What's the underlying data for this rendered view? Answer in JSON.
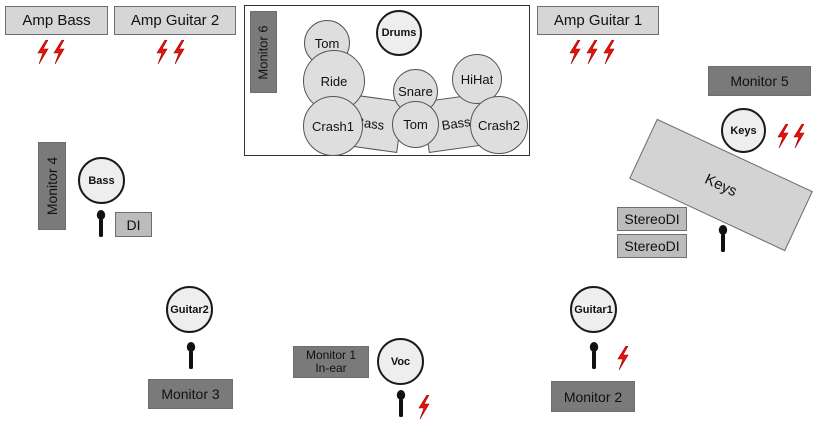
{
  "amps": {
    "bass": "Amp Bass",
    "guitar2": "Amp Guitar 2",
    "guitar1": "Amp Guitar 1"
  },
  "monitors": {
    "m1": "Monitor 1 In-ear",
    "m2": "Monitor 2",
    "m3": "Monitor 3",
    "m4": "Monitor 4",
    "m5": "Monitor 5",
    "m6": "Monitor 6"
  },
  "drums": {
    "drummer": "Drums",
    "tom_top": "Tom",
    "ride": "Ride",
    "crash1": "Crash1",
    "bass_left": "Bass",
    "snare": "Snare",
    "tom_mid": "Tom",
    "bass_right": "Bass",
    "hihat": "HiHat",
    "crash2": "Crash2"
  },
  "keys": {
    "player": "Keys",
    "instrument": "Keys",
    "stereo_di_1": "StereoDI",
    "stereo_di_2": "StereoDI"
  },
  "bass_player": {
    "player": "Bass",
    "di": "DI"
  },
  "guitar2": {
    "player": "Guitar2"
  },
  "guitar1": {
    "player": "Guitar1"
  },
  "vocal": {
    "player": "Voc"
  },
  "colors": {
    "power": "#e8120c",
    "monitor": "#7a7a7a",
    "amp": "#d6d6d6",
    "drum": "#dedede"
  },
  "icons": {
    "power": "lightning-bolt-icon",
    "mic": "microphone-icon"
  }
}
